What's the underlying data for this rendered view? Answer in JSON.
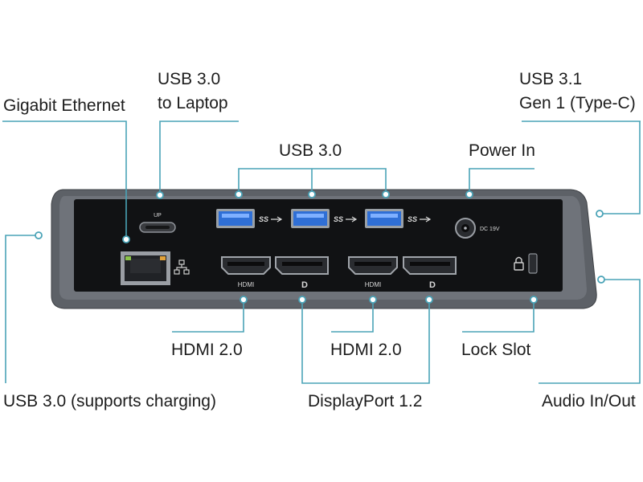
{
  "labels": {
    "gigabit_ethernet": "Gigabit Ethernet",
    "usb_to_laptop_line1": "USB 3.0",
    "usb_to_laptop_line2": "to Laptop",
    "usb_30_top": "USB 3.0",
    "power_in": "Power In",
    "usb_31_line1": "USB 3.1",
    "usb_31_line2": "Gen 1 (Type-C)",
    "usb_charging": "USB 3.0 (supports charging)",
    "hdmi_left": "HDMI 2.0",
    "hdmi_right": "HDMI 2.0",
    "displayport": "DisplayPort 1.2",
    "lock_slot": "Lock Slot",
    "audio": "Audio In/Out"
  },
  "device_markings": {
    "up": "UP",
    "hdmi_left": "HDMI",
    "hdmi_right": "HDMI",
    "dc": "DC 19V",
    "ss_1": "SS",
    "ss_2": "SS",
    "ss_3": "SS",
    "dp_1": "D",
    "dp_2": "D"
  },
  "colors": {
    "leader_line": "#4aa3b7",
    "dock_body": "#5d6167",
    "dock_face": "#111214",
    "port_blue": "#2f6fd6"
  },
  "icons": {
    "ethernet": "ethernet-port-icon",
    "network": "network-symbol-icon",
    "lock": "lock-icon",
    "usb": "usb-superspeed-icon"
  }
}
